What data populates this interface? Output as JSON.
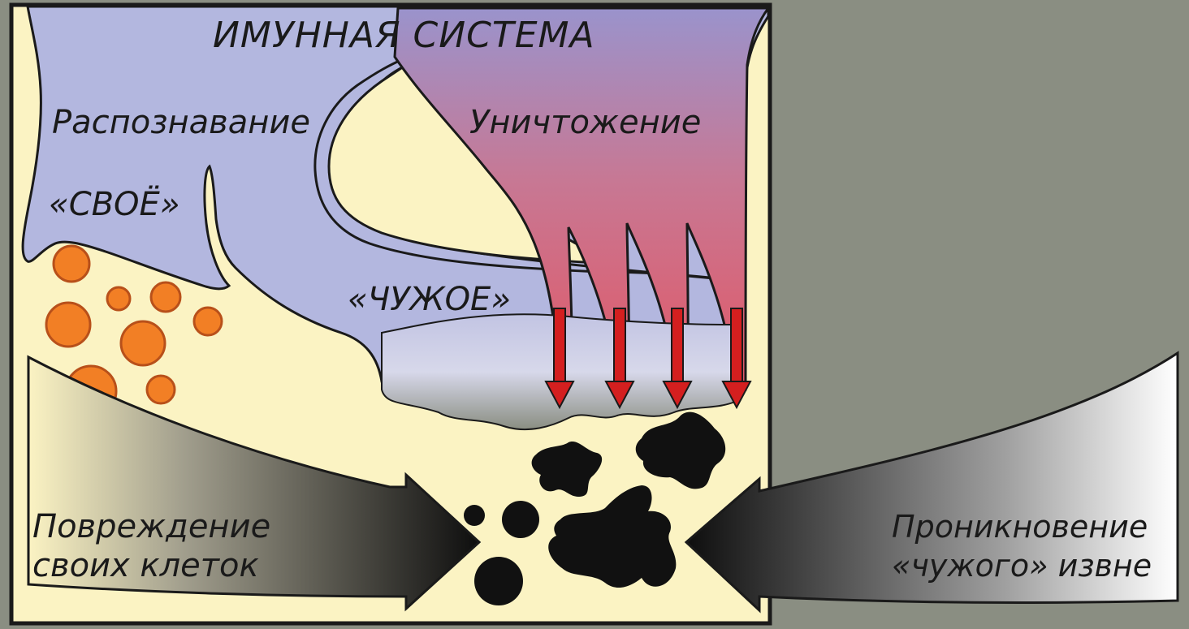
{
  "title": "ИМУННАЯ СИСТЕМА",
  "labels": {
    "recognition": "Распознавание",
    "self": "«СВОЁ»",
    "destruction": "Уничтожение",
    "foreign": "«ЧУЖОЕ»",
    "damage_line1": "Повреждение",
    "damage_line2": "своих клеток",
    "invasion_line1": "Проникновение",
    "invasion_line2": "«чужого» извне"
  },
  "colors": {
    "background": "#8a8e82",
    "panel": "#fbf3c3",
    "immune": "#b3b7df",
    "destruction_top": "#8f88c6",
    "destruction_bottom": "#e0586a",
    "arrow_red": "#d41f1f",
    "cell_orange": "#f27f25",
    "foreign_black": "#111111"
  }
}
